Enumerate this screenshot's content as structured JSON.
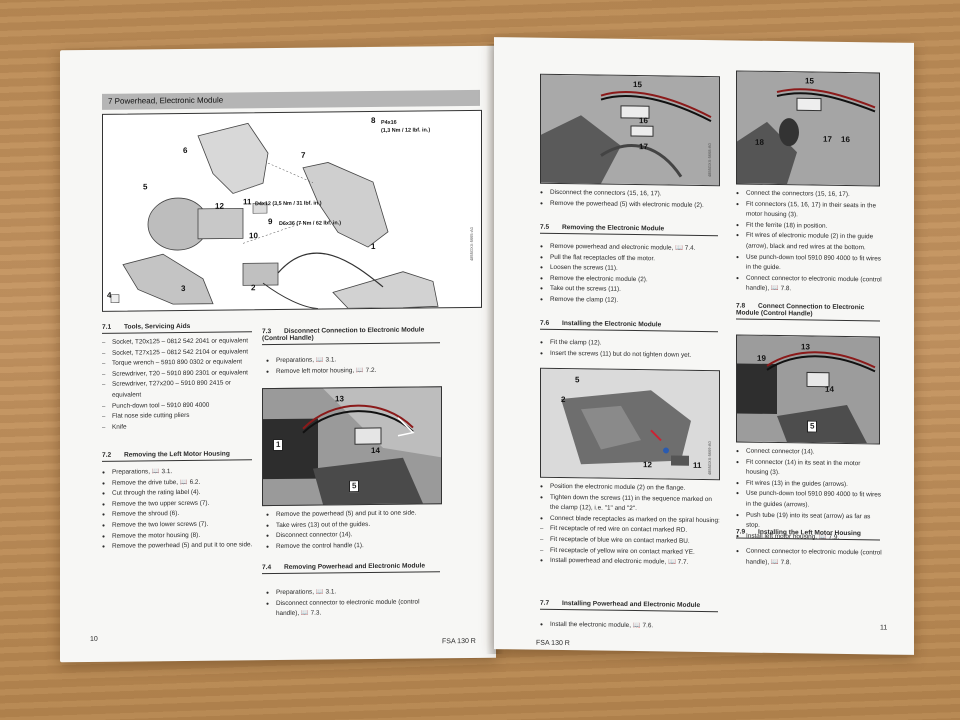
{
  "left": {
    "chapter": "7     Powerhead, Electronic Module",
    "fig_callouts": [
      "6",
      "7",
      "8",
      "5",
      "12",
      "11",
      "9",
      "10",
      "1",
      "2",
      "3",
      "4"
    ],
    "fig_specs": {
      "p8": "P4x16",
      "p8b": "(1,3 Nm / 12 lbf. in.)",
      "p11": "D4x12 (3,5 Nm / 31 lbf. in.)",
      "p9": "D6x36 (7 Nm / 62 lbf. in.)"
    },
    "fig_code": "4855GXX-5665-A0",
    "s71": {
      "num": "7.1",
      "title": "Tools, Servicing Aids",
      "items": [
        "Socket, T20x125 – 0812 542 2041 or equivalent",
        "Socket, T27x125 – 0812 542 2104 or equivalent",
        "Torque wrench – 5910 890 0302 or equivalent",
        "Screwdriver, T20 – 5910 890 2301 or equivalent",
        "Screwdriver, T27x200 – 5910 890 2415 or equivalent",
        "Punch-down tool – 5910 890 4000",
        "Flat nose side cutting pliers",
        "Knife"
      ]
    },
    "s72": {
      "num": "7.2",
      "title": "Removing the Left Motor Housing",
      "items": [
        "Preparations, 📖 3.1.",
        "Remove the drive tube, 📖 6.2.",
        "Cut through the rating label (4).",
        "Remove the two upper screws (7).",
        "Remove the shroud (6).",
        "Remove the two lower screws (7).",
        "Remove the motor housing (8).",
        "Remove the powerhead (5) and put it to one side."
      ]
    },
    "s73": {
      "num": "7.3",
      "title": "Disconnect Connection to Electronic Module (Control Handle)",
      "items": [
        "Preparations, 📖 3.1.",
        "Remove left motor housing, 📖 7.2."
      ],
      "fig_callouts": [
        "13",
        "14",
        "1",
        "5"
      ],
      "after_items": [
        "Remove the powerhead (5) and put it to one side.",
        "Take wires (13) out of the guides.",
        "Disconnect connector (14).",
        "Remove the control handle (1)."
      ]
    },
    "s74": {
      "num": "7.4",
      "title": "Removing Powerhead and Electronic Module",
      "items": [
        "Preparations, 📖 3.1.",
        "Disconnect connector to electronic module (control handle), 📖 7.3."
      ]
    },
    "page_number": "10",
    "footer": "FSA 130 R"
  },
  "right": {
    "fig1_callouts": [
      "15",
      "16",
      "17"
    ],
    "fig1_code": "4855GXX-5668-A0",
    "items_top": [
      "Disconnect the connectors (15, 16, 17).",
      "Remove the powerhead (5) with electronic module (2)."
    ],
    "s75": {
      "num": "7.5",
      "title": "Removing the Electronic Module",
      "items": [
        "Remove powerhead and electronic module, 📖 7.4.",
        "Pull the flat receptacles off the motor.",
        "Loosen the screws (11).",
        "Remove the electronic module (2).",
        "Take out the screws (11).",
        "Remove the clamp (12)."
      ]
    },
    "s76": {
      "num": "7.6",
      "title": "Installing the Electronic Module",
      "items": [
        "Fit the clamp (12).",
        "Insert the screws (11) but do not tighten down yet."
      ],
      "fig_callouts": [
        "5",
        "2",
        "12",
        "11"
      ],
      "fig_code": "4855GXX-5669-A0",
      "after_items": [
        "Position the electronic module (2) on the flange.",
        "Tighten down the screws (11) in the sequence marked on the clamp (12), i.e. \"1\" and \"2\".",
        "Connect blade receptacles as marked on the spiral housing:"
      ],
      "dash_items": [
        "Fit receptacle of red wire on contact marked RD.",
        "Fit receptacle of blue wire on contact marked BU.",
        "Fit receptacle of yellow wire on contact marked YE."
      ],
      "last_item": "Install powerhead and electronic module, 📖 7.7."
    },
    "s77": {
      "num": "7.7",
      "title": "Installing Powerhead and Electronic Module",
      "items": [
        "Install the electronic module, 📖 7.6."
      ]
    },
    "col2_fig_callouts": [
      "15",
      "18",
      "17",
      "16"
    ],
    "col2_items": [
      "Connect the connectors (15, 16, 17).",
      "Fit connectors (15, 16, 17) in their seats in the motor housing (3).",
      "Fit the ferrite (18) in position.",
      "Fit wires of electronic module (2) in the guide (arrow), black and red wires at the bottom.",
      "Use punch-down tool 5910 890 4000 to fit wires in the guide.",
      "Connect connector to electronic module (control handle), 📖 7.8."
    ],
    "s78": {
      "num": "7.8",
      "title": "Connect Connection to Electronic Module (Control Handle)",
      "fig_callouts": [
        "19",
        "13",
        "14",
        "5"
      ],
      "items": [
        "Connect connector (14).",
        "Fit connector (14) in its seat in the motor housing (3).",
        "Fit wires (13) in the guides (arrows).",
        "Use punch-down tool 5910 890 4000 to fit wires in the guides (arrows).",
        "Push tube (19) into its seat (arrow) as far as stop.",
        "Install left motor housing, 📖 7.9."
      ]
    },
    "s79": {
      "num": "7.9",
      "title": "Installing the Left Motor Housing",
      "items": [
        "Connect connector to electronic module (control handle), 📖 7.8."
      ]
    },
    "page_number": "11",
    "footer": "FSA 130 R"
  }
}
